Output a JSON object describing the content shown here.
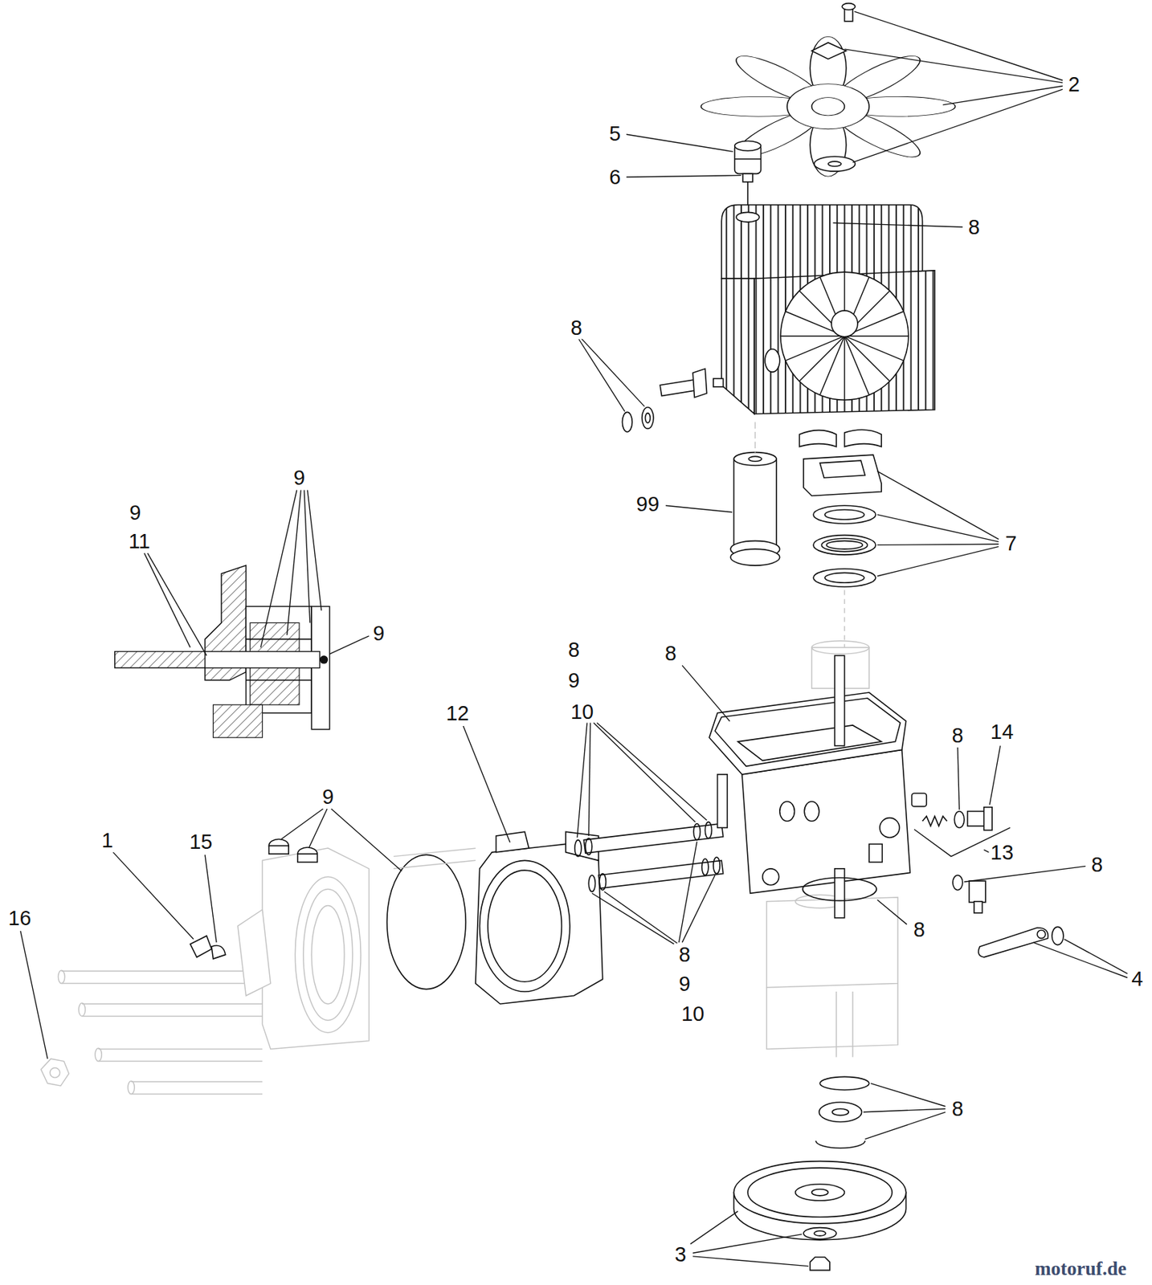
{
  "diagram": {
    "labels": [
      "2",
      "5",
      "6",
      "8",
      "8",
      "9",
      "99",
      "9",
      "7",
      "11",
      "9",
      "8",
      "8",
      "9",
      "10",
      "12",
      "14",
      "8",
      "9",
      "1",
      "15",
      "13",
      "8",
      "16",
      "8",
      "8",
      "4",
      "9",
      "10",
      "8",
      "3",
      "motoruf.de"
    ]
  }
}
